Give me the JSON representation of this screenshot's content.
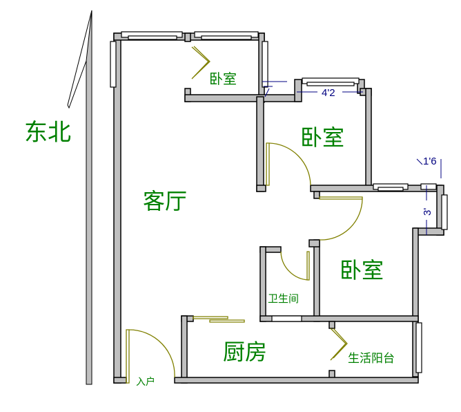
{
  "compass": {
    "label": "东北"
  },
  "rooms": {
    "bedroom_small": "卧室",
    "bedroom_2": "卧室",
    "bedroom_3": "卧室",
    "living_room": "客厅",
    "bathroom": "卫生间",
    "kitchen": "厨房",
    "utility_balcony": "生活阳台",
    "entrance": "入户"
  },
  "dimensions": {
    "bedroom_2_window": "4'2",
    "side_small": "1'6",
    "side_window": "3'"
  },
  "colors": {
    "wall": "#c0c0c0",
    "label": "#008000",
    "door": "#808000",
    "dimension": "#000080"
  }
}
